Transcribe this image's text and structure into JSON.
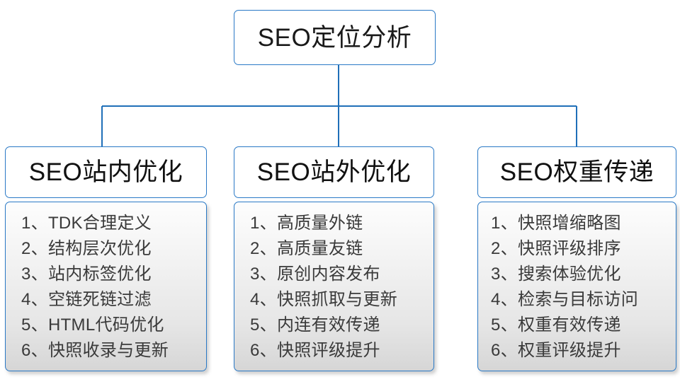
{
  "diagram": {
    "title": "SEO定位分析",
    "root": {
      "label": "SEO定位分析"
    },
    "branches": [
      {
        "header": "SEO站内优化",
        "items": [
          "1、TDK合理定义",
          "2、结构层次优化",
          "3、站内标签优化",
          "4、空链死链过滤",
          "5、HTML代码优化",
          "6、快照收录与更新"
        ]
      },
      {
        "header": "SEO站外优化",
        "items": [
          "1、高质量外链",
          "2、高质量友链",
          "3、原创内容发布",
          "4、快照抓取与更新",
          "5、内连有效传递",
          "6、快照评级提升"
        ]
      },
      {
        "header": "SEO权重传递",
        "items": [
          "1、快照增缩略图",
          "2、快照评级排序",
          "3、搜索体验优化",
          "4、检索与目标访问",
          "5、权重有效传递",
          "6、权重评级提升"
        ]
      }
    ],
    "colors": {
      "border": "#2a79c6",
      "connector": "#1f6fb8",
      "header_fill": "#ffffff",
      "list_fill_top": "#fdfdfd",
      "list_fill_bottom": "#d6d6d6",
      "text": "#3a3a3a",
      "heading_text": "#111111"
    }
  }
}
